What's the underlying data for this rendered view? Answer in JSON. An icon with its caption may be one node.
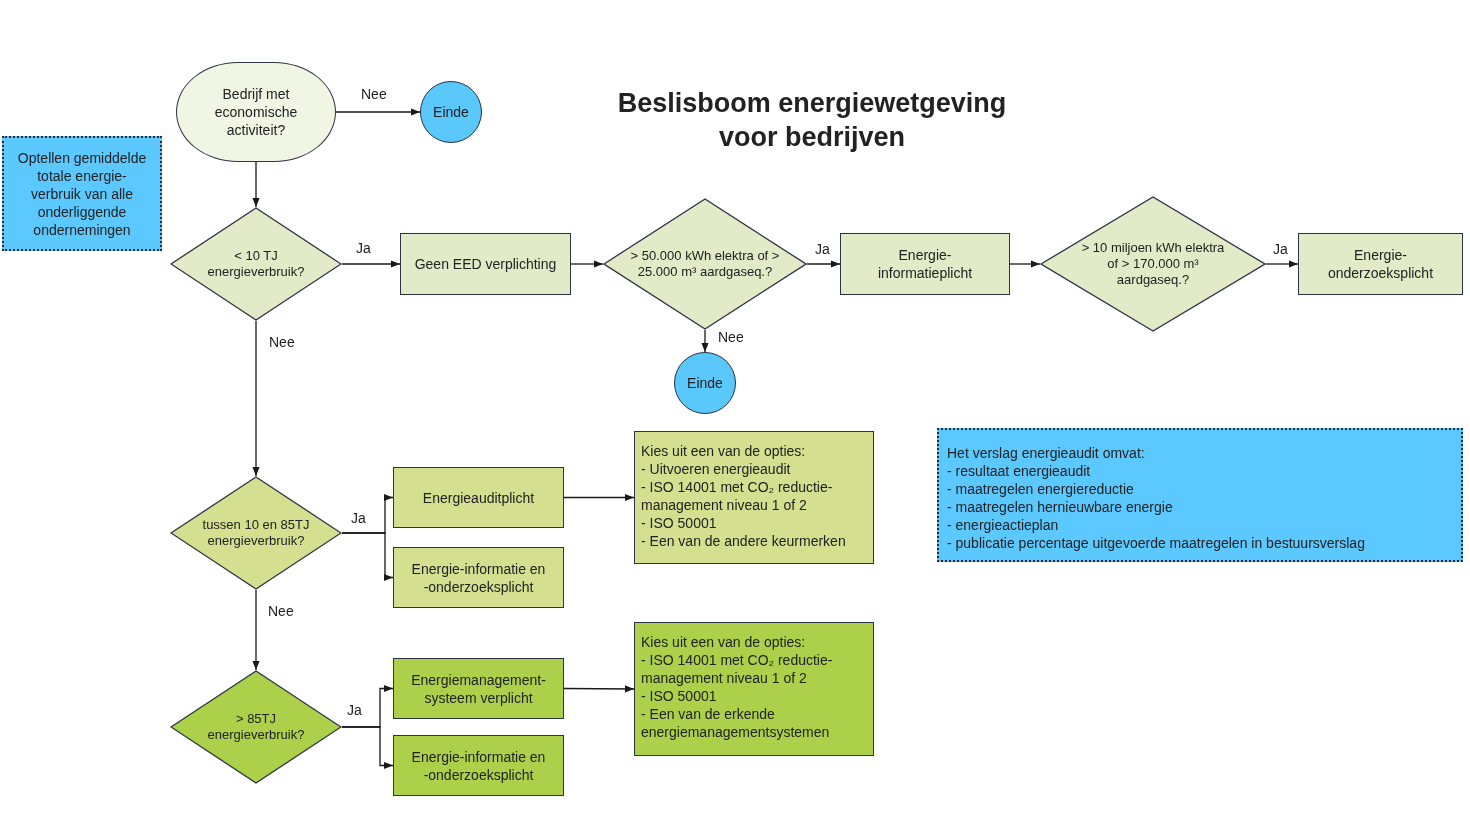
{
  "diagram": {
    "title": "Beslisboom energiewetgeving voor bedrijven",
    "nodes": [
      {
        "text": [
          "Bedrijf met economische activiteit?"
        ]
      },
      {
        "text": [
          "Einde"
        ]
      },
      {
        "text": [
          "Optellen gemiddelde totale energie- verbruik van alle onderliggende ondernemingen"
        ]
      },
      {
        "text": [
          "< 10 TJ energieverbruik?"
        ]
      },
      {
        "text": [
          "Geen EED verplichting"
        ]
      },
      {
        "text": [
          "> 50.000 kWh elektra of > 25.000 m³ aardgaseq.?"
        ]
      },
      {
        "text": [
          "Energie- informatieplicht"
        ]
      },
      {
        "text": [
          "> 10 miljoen kWh elektra of > 170.000 m³ aardgaseq.?"
        ]
      },
      {
        "text": [
          "Energie- onderzoeksplicht"
        ]
      },
      {
        "text": [
          "Einde"
        ]
      },
      {
        "text": [
          "tussen 10 en 85TJ energieverbruik?"
        ]
      },
      {
        "text": [
          "Energieauditplicht"
        ]
      },
      {
        "text": [
          "Energie-informatie en -onderzoeksplicht"
        ]
      },
      {
        "text": [
          "Kies uit een van de opties:",
          "- Uitvoeren energieaudit",
          "- ISO 14001 met CO₂ reductie- management niveau 1 of 2",
          "- ISO 50001",
          "- Een van de andere keurmerken"
        ]
      },
      {
        "text": [
          "Het verslag energieaudit omvat:",
          "- resultaat energieaudit",
          "- maatregelen energiereductie",
          "- maatregelen hernieuwbare energie",
          "- energieactieplan",
          "- publicatie percentage uitgevoerde maatregelen in bestuursverslag"
        ]
      },
      {
        "text": [
          "> 85TJ energieverbruik?"
        ]
      },
      {
        "text": [
          "Energiemanagement- systeem verplicht"
        ]
      },
      {
        "text": [
          "Energie-informatie en -onderzoeksplicht"
        ]
      },
      {
        "text": [
          "Kies uit een van de opties:",
          "- ISO 14001 met CO₂ reductie- management niveau 1 of 2",
          "- ISO 50001",
          "- Een van de erkende energiemanagementsystemen"
        ]
      }
    ],
    "edges": [
      {
        "from": 0,
        "to": 1,
        "arrow": "to",
        "label": "Nee"
      },
      {
        "from": 0,
        "to": 3,
        "arrow": "to"
      },
      {
        "from": 3,
        "to": 4,
        "arrow": "to",
        "label": "Ja"
      },
      {
        "from": 4,
        "to": 5,
        "arrow": "to"
      },
      {
        "from": 5,
        "to": 6,
        "arrow": "to",
        "label": "Ja"
      },
      {
        "from": 6,
        "to": 7,
        "arrow": "to"
      },
      {
        "from": 7,
        "to": 8,
        "arrow": "to",
        "label": "Ja"
      },
      {
        "from": 5,
        "to": 9,
        "arrow": "to",
        "label": "Nee"
      },
      {
        "from": 3,
        "to": 10,
        "arrow": "to",
        "label": "Nee"
      },
      {
        "from": 10,
        "to": 11,
        "arrow": "to",
        "label": "Ja"
      },
      {
        "from": 10,
        "to": 12,
        "arrow": "to"
      },
      {
        "from": 11,
        "to": 13,
        "arrow": "to"
      },
      {
        "from": 10,
        "to": 15,
        "arrow": "to",
        "label": "Nee"
      },
      {
        "from": 15,
        "to": 16,
        "arrow": "to",
        "label": "Ja"
      },
      {
        "from": 15,
        "to": 17,
        "arrow": "to"
      },
      {
        "from": 16,
        "to": 18,
        "arrow": "to"
      }
    ]
  }
}
